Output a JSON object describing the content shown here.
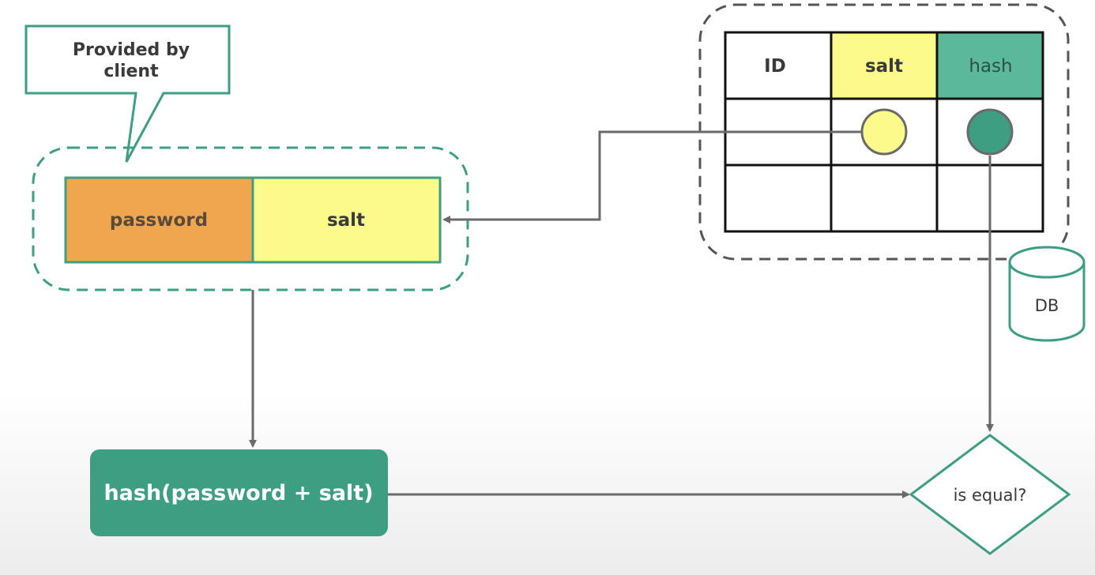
{
  "callout": {
    "line1": "Provided by",
    "line2": "client"
  },
  "input": {
    "password_label": "password",
    "salt_label": "salt"
  },
  "table": {
    "headers": [
      "ID",
      "salt",
      "hash"
    ],
    "rows": 2
  },
  "db": {
    "label": "DB"
  },
  "hash_box": {
    "label": "hash(password + salt)"
  },
  "decision": {
    "label": "is equal?"
  },
  "colors": {
    "teal": "#3e9e82",
    "teal_fill": "#5bb89a",
    "orange": "#f0a64e",
    "yellow": "#fbfa8a",
    "gray_arrow": "#6a6a6a",
    "dashed_dark": "#555555"
  }
}
